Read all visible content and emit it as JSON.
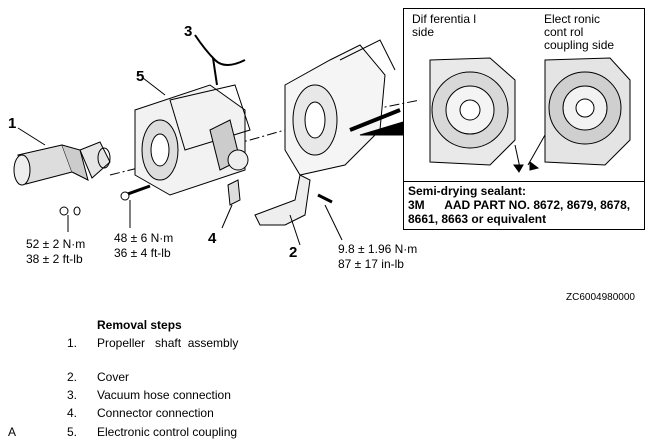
{
  "callouts": {
    "c1": "1",
    "c2": "2",
    "c3": "3",
    "c4": "4",
    "c5": "5"
  },
  "torques": {
    "t1_a": "52 ± 2 N·m",
    "t1_b": "38 ± 2 ft-lb",
    "t2_a": "48 ± 6 N·m",
    "t2_b": "36 ± 4 ft-lb",
    "t3_a": "9.8 ± 1.96 N·m",
    "t3_b": "87 ± 17 in-lb"
  },
  "inset": {
    "left_header": "Dif ferentia l\nside",
    "right_header": "Elect ronic\ncont rol\ncoupling side",
    "sealant_title": "Semi-drying sealant:",
    "sealant_line1": "3M      AAD PART NO. 8672, 8679, 8678,",
    "sealant_line2": "8661, 8663 or equivalent"
  },
  "figure_code": "ZC6004980000",
  "steps_title": "Removal steps",
  "steps": [
    {
      "mark": "",
      "num": "1.",
      "text": "Propeller   shaft  assembly"
    },
    {
      "mark": "",
      "num": "2.",
      "text": "Cover"
    },
    {
      "mark": "",
      "num": "3.",
      "text": "Vacuum hose connection"
    },
    {
      "mark": "",
      "num": "4.",
      "text": "Connector connection"
    },
    {
      "mark": "A",
      "num": "5.",
      "text": "Electronic control coupling"
    }
  ]
}
